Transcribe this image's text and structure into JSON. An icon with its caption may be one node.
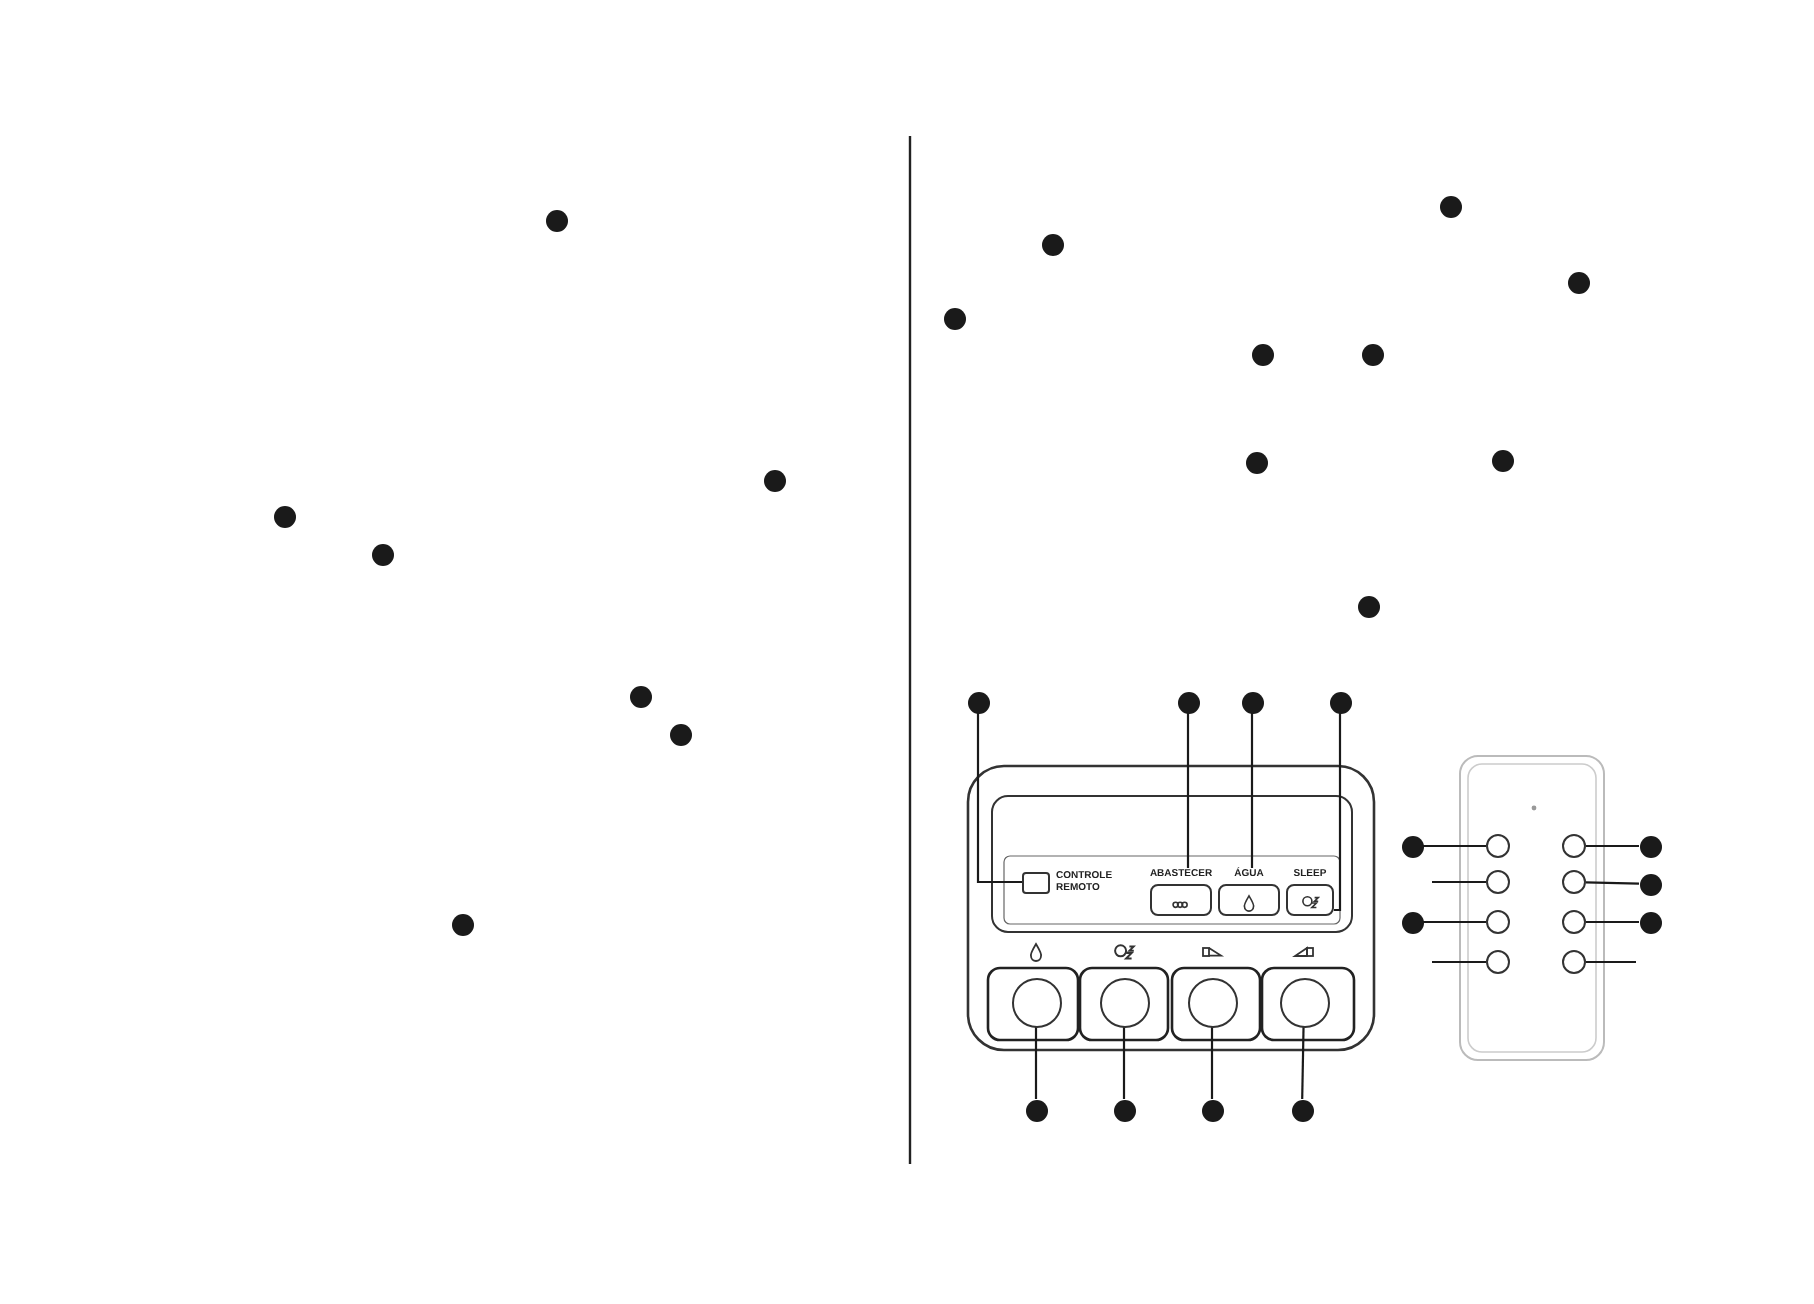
{
  "diagram": {
    "nodes": [
      {
        "text": [],
        "shape": "circle"
      },
      {
        "text": [],
        "shape": "circle"
      },
      {
        "text": [],
        "shape": "circle"
      },
      {
        "text": [],
        "shape": "circle"
      },
      {
        "text": [],
        "shape": "circle"
      },
      {
        "text": [],
        "shape": "circle"
      },
      {
        "text": [],
        "shape": "circle"
      },
      {
        "text": [],
        "shape": "circle"
      },
      {
        "text": [],
        "shape": "circle"
      },
      {
        "text": [],
        "shape": "circle"
      },
      {
        "text": [],
        "shape": "circle"
      },
      {
        "text": [],
        "shape": "circle"
      },
      {
        "text": [],
        "shape": "circle"
      },
      {
        "text": [],
        "shape": "circle"
      },
      {
        "text": [],
        "shape": "circle"
      },
      {
        "text": [],
        "shape": "circle"
      },
      {
        "text": [],
        "shape": "circle"
      },
      {
        "text": [],
        "shape": "circle"
      },
      {
        "text": [],
        "shape": "circle"
      },
      {
        "text": [],
        "shape": "circle"
      },
      {
        "text": [],
        "shape": "box",
        "beside": [
          "CONTROLE REMOTO"
        ]
      },
      {
        "text": [
          "ABASTECER"
        ]
      },
      {
        "text": [
          "ÁGUA"
        ]
      },
      {
        "text": [
          "SLEEP"
        ]
      },
      {
        "text": [],
        "shape": "circle"
      },
      {
        "text": [],
        "shape": "circle"
      },
      {
        "text": [],
        "shape": "circle"
      },
      {
        "text": [],
        "shape": "circle"
      },
      {
        "text": [],
        "shape": "circle"
      },
      {
        "text": [],
        "shape": "circle"
      },
      {
        "text": [],
        "shape": "circle"
      },
      {
        "text": [],
        "shape": "circle"
      },
      {
        "text": [],
        "shape": "circle"
      },
      {
        "text": [],
        "shape": "circle"
      },
      {
        "text": [],
        "shape": "circle"
      },
      {
        "text": [],
        "shape": "circle"
      },
      {
        "text": [],
        "shape": "circle"
      },
      {
        "text": [],
        "shape": "circle"
      },
      {
        "text": [],
        "shape": "circle"
      },
      {
        "text": [],
        "shape": "circle"
      },
      {
        "text": [],
        "shape": "circle"
      },
      {
        "text": [],
        "shape": "circle"
      },
      {
        "text": [],
        "shape": "circle"
      },
      {
        "text": [],
        "shape": "circle"
      },
      {
        "text": [],
        "shape": "circle"
      }
    ],
    "edges": [
      {
        "from": 16,
        "to": 20,
        "arrow": "none"
      },
      {
        "from": 17,
        "to": 21,
        "arrow": "none"
      },
      {
        "from": 18,
        "to": 22,
        "arrow": "none"
      },
      {
        "from": 19,
        "to": 23,
        "arrow": "none"
      },
      {
        "from": 28,
        "to": 24,
        "arrow": "none"
      },
      {
        "from": 29,
        "to": 25,
        "arrow": "none"
      },
      {
        "from": 30,
        "to": 26,
        "arrow": "none"
      },
      {
        "from": 31,
        "to": 27,
        "arrow": "none"
      },
      {
        "from": 32,
        "to": 37,
        "arrow": "none"
      },
      {
        "from": 33,
        "to": 38,
        "arrow": "none"
      },
      {
        "from": null,
        "to": 39,
        "arrow": "none"
      },
      {
        "from": 34,
        "to": 40,
        "arrow": "none"
      },
      {
        "from": 35,
        "to": 41,
        "arrow": "none"
      },
      {
        "from": 36,
        "to": 42,
        "arrow": "none"
      },
      {
        "from": null,
        "to": 43,
        "arrow": "none"
      },
      {
        "from": null,
        "to": 44,
        "arrow": "none"
      }
    ]
  }
}
